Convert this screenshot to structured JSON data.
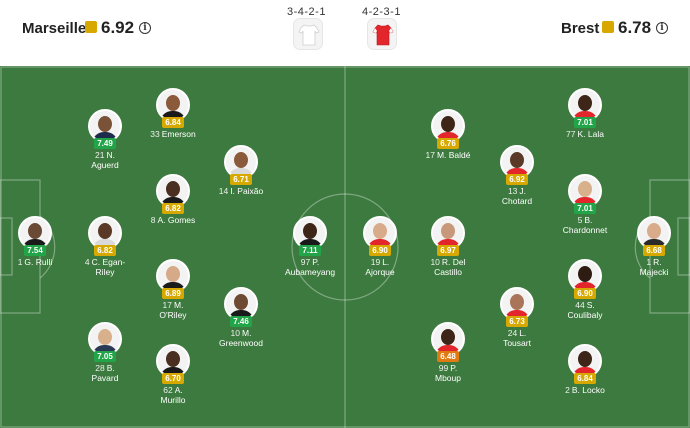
{
  "home": {
    "name": "Marseille",
    "rating": "6.92",
    "formation": "3-4-2-1",
    "color": "#d7a900",
    "players": [
      {
        "id": "rulli",
        "number": "1",
        "name": "G. Rulli",
        "rating": "7.54",
        "band": "green"
      },
      {
        "id": "aguerd",
        "number": "21",
        "name": "N.",
        "name2": "Aguerd",
        "rating": "7.49",
        "band": "green"
      },
      {
        "id": "eganriley",
        "number": "4",
        "name": "C. Egan-",
        "name2": "Riley",
        "rating": "6.82",
        "band": "yellow"
      },
      {
        "id": "pavard",
        "number": "28",
        "name": "B.",
        "name2": "Pavard",
        "rating": "7.05",
        "band": "green"
      },
      {
        "id": "emerson",
        "number": "33",
        "name": "Emerson",
        "rating": "6.84",
        "band": "yellow"
      },
      {
        "id": "gomes",
        "number": "8",
        "name": "A. Gomes",
        "rating": "6.82",
        "band": "yellow"
      },
      {
        "id": "oriley",
        "number": "17",
        "name": "M.",
        "name2": "O'Riley",
        "rating": "6.89",
        "band": "yellow"
      },
      {
        "id": "murillo",
        "number": "62",
        "name": "A.",
        "name2": "Murillo",
        "rating": "6.70",
        "band": "yellow"
      },
      {
        "id": "paixao",
        "number": "14",
        "name": "I. Paixão",
        "rating": "6.71",
        "band": "yellow"
      },
      {
        "id": "greenwood",
        "number": "10",
        "name": "M.",
        "name2": "Greenwood",
        "rating": "7.46",
        "band": "green"
      },
      {
        "id": "aubameyang",
        "number": "97",
        "name": "P.",
        "name2": "Aubameyang",
        "rating": "7.11",
        "band": "green"
      }
    ]
  },
  "away": {
    "name": "Brest",
    "rating": "6.78",
    "formation": "4-2-3-1",
    "color": "#d7a900",
    "players": [
      {
        "id": "ajorque",
        "number": "19",
        "name": "L.",
        "name2": "Ajorque",
        "rating": "6.90",
        "band": "yellow"
      },
      {
        "id": "balde",
        "number": "17",
        "name": "M. Baldé",
        "rating": "6.76",
        "band": "yellow"
      },
      {
        "id": "delcastillo",
        "number": "10",
        "name": "R. Del",
        "name2": "Castillo",
        "rating": "6.97",
        "band": "yellow"
      },
      {
        "id": "mboup",
        "number": "99",
        "name": "P.",
        "name2": "Mboup",
        "rating": "6.48",
        "band": "orange"
      },
      {
        "id": "chotard",
        "number": "13",
        "name": "J.",
        "name2": "Chotard",
        "rating": "6.92",
        "band": "yellow"
      },
      {
        "id": "tousart",
        "number": "24",
        "name": "L.",
        "name2": "Tousart",
        "rating": "6.73",
        "band": "yellow"
      },
      {
        "id": "lala",
        "number": "77",
        "name": "K. Lala",
        "rating": "7.01",
        "band": "green"
      },
      {
        "id": "chardonnet",
        "number": "5",
        "name": "B.",
        "name2": "Chardonnet",
        "rating": "7.01",
        "band": "green"
      },
      {
        "id": "coulibaly",
        "number": "44",
        "name": "S.",
        "name2": "Coulibaly",
        "rating": "6.90",
        "band": "yellow"
      },
      {
        "id": "locko",
        "number": "2",
        "name": "B. Locko",
        "rating": "6.84",
        "band": "yellow"
      },
      {
        "id": "majecki",
        "number": "1",
        "name": "R.",
        "name2": "Majecki",
        "rating": "6.68",
        "band": "yellow"
      }
    ]
  },
  "icons": {
    "info": "info-icon",
    "home_kit": "white-jersey-icon",
    "away_kit": "red-jersey-icon"
  },
  "colors": {
    "pitch": "#3d7a3f",
    "green": "#22a548",
    "yellow": "#d7a900",
    "orange": "#e07a12"
  }
}
